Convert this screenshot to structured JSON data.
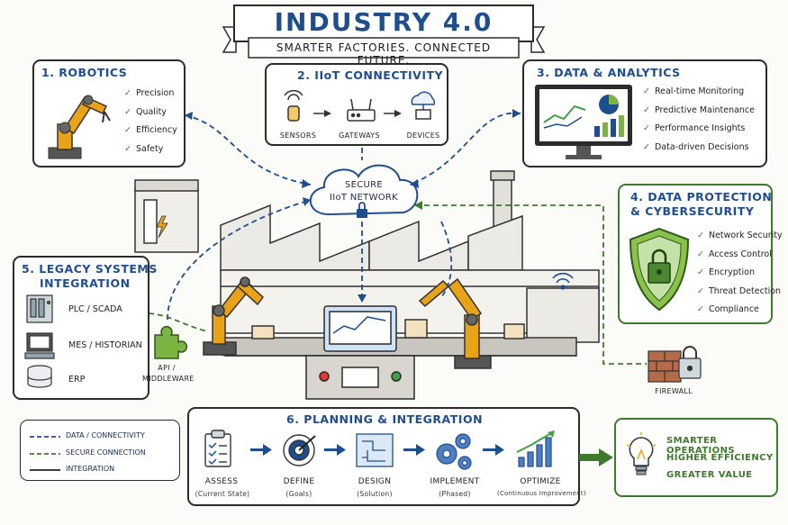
{
  "title": "INDUSTRY 4.0",
  "subtitle": "SMARTER FACTORIES. CONNECTED FUTURE.",
  "robotics": {
    "heading": "1. ROBOTICS",
    "items": [
      "Precision",
      "Quality",
      "Efficiency",
      "Safety"
    ]
  },
  "iiot": {
    "heading": "2. IIoT CONNECTIVITY",
    "steps": [
      "SENSORS",
      "GATEWAYS",
      "DEVICES"
    ]
  },
  "analytics": {
    "heading": "3. DATA & ANALYTICS",
    "items": [
      "Real-time Monitoring",
      "Predictive Maintenance",
      "Performance Insights",
      "Data-driven Decisions"
    ]
  },
  "cyber": {
    "heading_line1": "4. DATA PROTECTION",
    "heading_line2": "& CYBERSECURITY",
    "items": [
      "Network Security",
      "Access Control",
      "Encryption",
      "Threat Detection",
      "Compliance"
    ]
  },
  "legacy": {
    "heading_line1": "5. LEGACY SYSTEMS",
    "heading_line2": "INTEGRATION",
    "items": [
      "PLC / SCADA",
      "MES / HISTORIAN",
      "ERP"
    ]
  },
  "network": {
    "line1": "SECURE",
    "line2": "IIoT NETWORK"
  },
  "api_label_line1": "API /",
  "api_label_line2": "MIDDLEWARE",
  "firewall_label": "FIREWALL",
  "legend": [
    {
      "label": "DATA / CONNECTIVITY",
      "style": "dashed",
      "color": "#1f4e8f"
    },
    {
      "label": "SECURE CONNECTION",
      "style": "dashed",
      "color": "#3e7a2e"
    },
    {
      "label": "INTEGRATION",
      "style": "solid",
      "color": "#222222"
    }
  ],
  "planning": {
    "heading": "6. PLANNING & INTEGRATION",
    "steps": [
      {
        "name": "ASSESS",
        "detail": "(Current State)"
      },
      {
        "name": "DEFINE",
        "detail": "(Goals)"
      },
      {
        "name": "DESIGN",
        "detail": "(Solution)"
      },
      {
        "name": "IMPLEMENT",
        "detail": "(Phased)"
      },
      {
        "name": "OPTIMIZE",
        "detail": "(Continuous Improvement)"
      }
    ]
  },
  "outcomes": [
    "SMARTER OPERATIONS",
    "HIGHER EFFICIENCY",
    "GREATER VALUE"
  ],
  "colors": {
    "blue": "#1f4e8f",
    "green": "#3e7a2e",
    "orange": "#e8a317"
  }
}
